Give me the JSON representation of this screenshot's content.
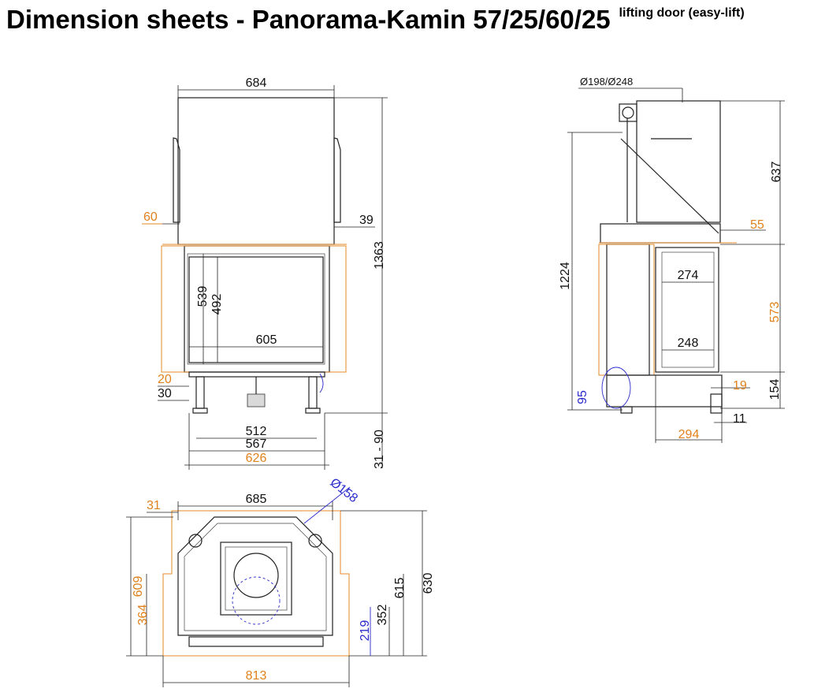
{
  "title": {
    "main": "Dimension sheets - Panorama-Kamin 57/25/60/25",
    "sub": "lifting door (easy-lift)"
  },
  "front_view": {
    "dim_684": "684",
    "dim_60": "60",
    "dim_39": "39",
    "dim_1363": "1363",
    "dim_539": "539",
    "dim_492": "492",
    "dim_605": "605",
    "dim_20": "20",
    "dim_30": "30",
    "dim_512": "512",
    "dim_567": "567",
    "dim_626": "626",
    "dim_31_90": "31 - 90"
  },
  "side_view": {
    "dim_flue": "Ø198/Ø248",
    "dim_637": "637",
    "dim_55": "55",
    "dim_1224": "1224",
    "dim_274": "274",
    "dim_573": "573",
    "dim_248": "248",
    "dim_95": "95",
    "dim_19": "19",
    "dim_154": "154",
    "dim_11": "11",
    "dim_294": "294"
  },
  "top_view": {
    "dim_31": "31",
    "dim_685": "685",
    "dim_158": "Ø158",
    "dim_609": "609",
    "dim_364": "364",
    "dim_615": "615",
    "dim_630": "630",
    "dim_352": "352",
    "dim_219": "219",
    "dim_813": "813"
  },
  "colors": {
    "black_dimension": "#111111",
    "orange_dimension": "#e0821c",
    "blue_dimension": "#2a2acc"
  }
}
